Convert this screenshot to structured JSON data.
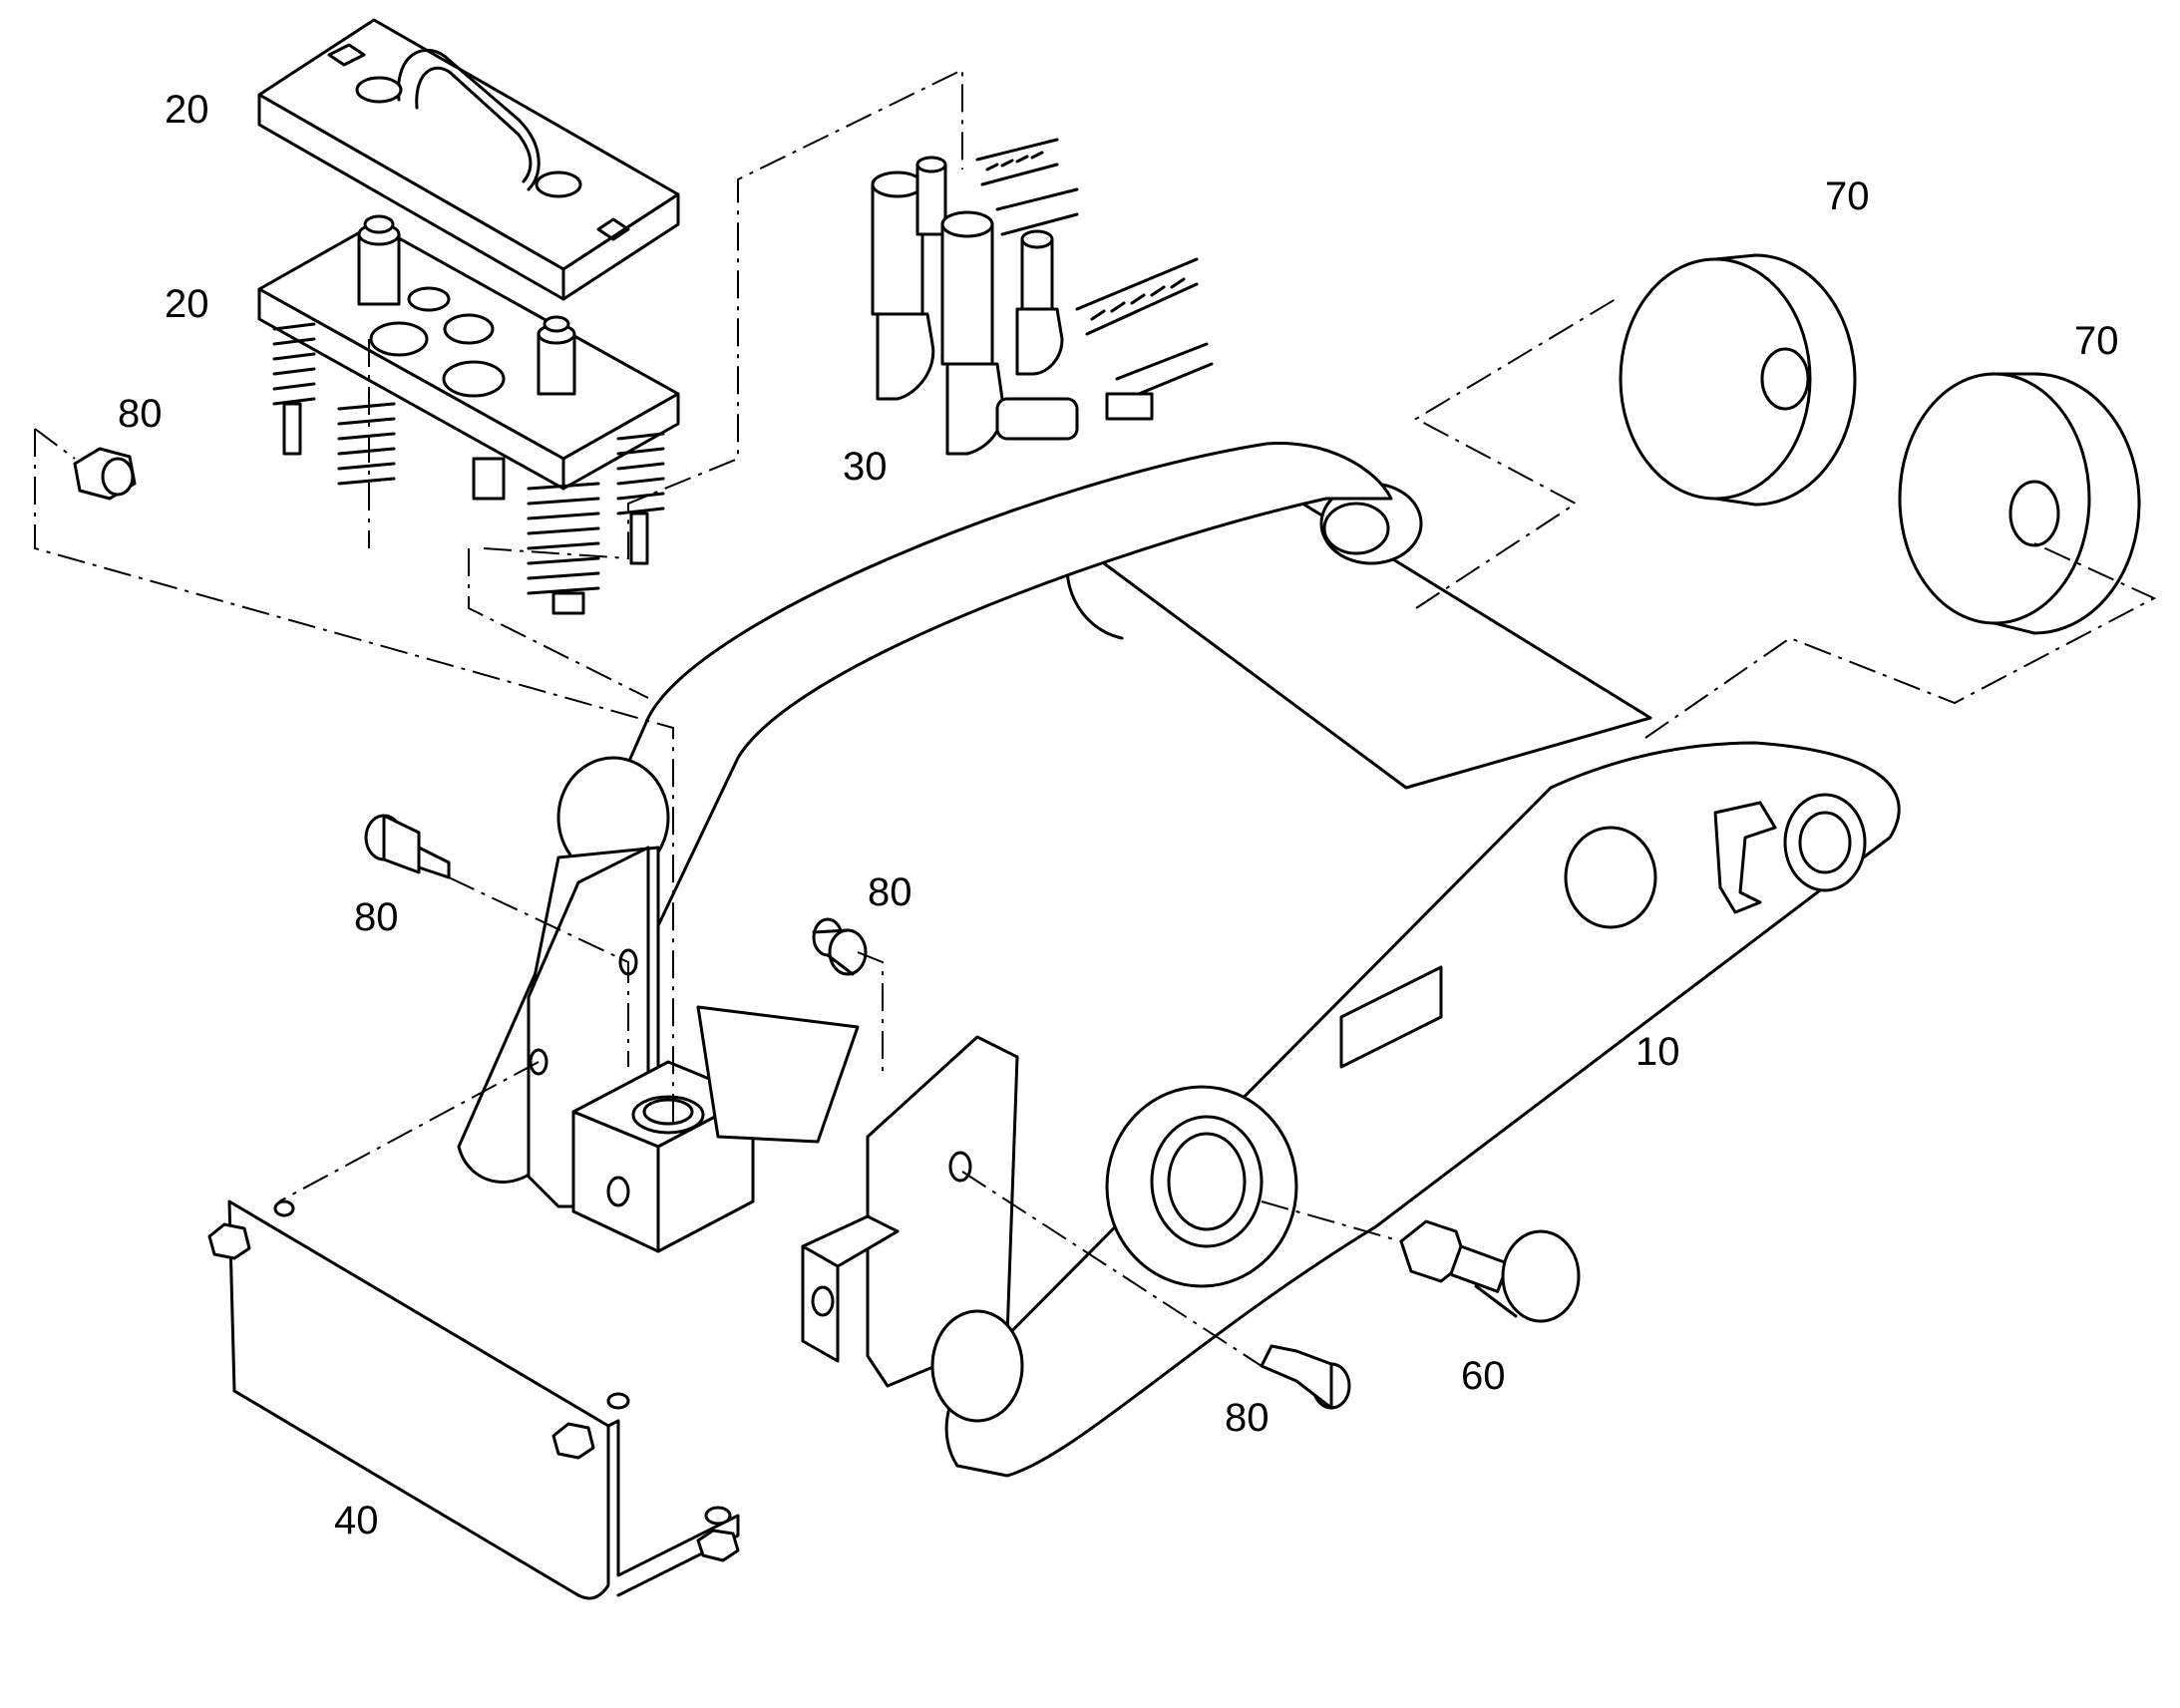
{
  "diagram": {
    "labels": [
      {
        "id": "lbl-20-top",
        "text": "20"
      },
      {
        "id": "lbl-20-mid",
        "text": "20"
      },
      {
        "id": "lbl-80-a",
        "text": "80"
      },
      {
        "id": "lbl-30",
        "text": "30"
      },
      {
        "id": "lbl-70-a",
        "text": "70"
      },
      {
        "id": "lbl-70-b",
        "text": "70"
      },
      {
        "id": "lbl-80-b",
        "text": "80"
      },
      {
        "id": "lbl-80-c",
        "text": "80"
      },
      {
        "id": "lbl-10",
        "text": "10"
      },
      {
        "id": "lbl-60",
        "text": "60"
      },
      {
        "id": "lbl-80-d",
        "text": "80"
      },
      {
        "id": "lbl-40",
        "text": "40"
      }
    ]
  }
}
